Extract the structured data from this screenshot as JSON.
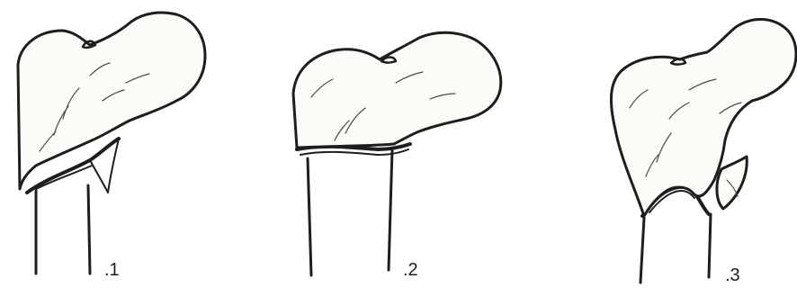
{
  "figure": {
    "panels": [
      {
        "id": "1",
        "label": ".1"
      },
      {
        "id": "2",
        "label": ".2"
      },
      {
        "id": "3",
        "label": ".3"
      }
    ],
    "ink_color": "#1e1e1e",
    "bone_fill": "#fbfbf8",
    "background": "#ffffff"
  }
}
